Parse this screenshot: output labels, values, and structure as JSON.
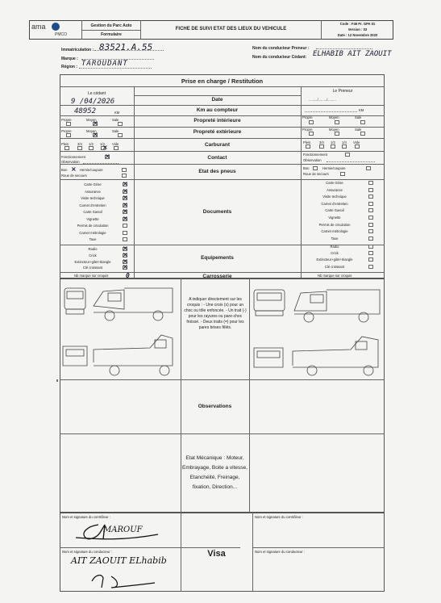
{
  "header": {
    "company_line1": "Gestion du Parc Auto",
    "company_line2": "Formulaire",
    "title": "FICHE DE SUIVI ETAT DES LIEUX DU VEHICULE",
    "code": "Code : F49 Pr. GPA 01",
    "version": "Version : 03",
    "date": "Date : 12 Novembre 2020",
    "logo_top": "ama",
    "logo_bottom": "PMCO"
  },
  "fields": {
    "immat_label": "Immatriculation :",
    "immat_value": "83521.A.55",
    "marque_label": "Marque :",
    "region_label": "Région :",
    "region_value": "TAROUDANT",
    "preneur_label": "Nom du conducteur Preneur :",
    "cedant_label": "Nom du conducteur Cédant:",
    "cedant_value": "ELHABIB AIT ZAOUIT"
  },
  "section_title": "Prise en charge / Restitution",
  "left_head": "Le cédant",
  "right_head": "Le Preneur",
  "rows": {
    "date": "Date",
    "km": "Km au compteur",
    "prop_int": "Propreté intérieure",
    "prop_ext": "Propreté extérieure",
    "carb": "Carburant",
    "contact": "Contact",
    "pneus": "Etat des pneus",
    "docs": "Documents",
    "equip": "Equipements",
    "carrosserie": "Carrosserie"
  },
  "left_vals": {
    "date": "9 /04/2026",
    "km": "48952",
    "km_unit": "KM"
  },
  "right_vals": {
    "date": "........./........./.........",
    "km_unit": "KM"
  },
  "qual": {
    "propre": "Propre",
    "moyen": "Moyen",
    "sale": "Sale"
  },
  "fuel": {
    "plein": "Plein",
    "q34": "3/4",
    "q12": "1/2",
    "q14": "1/4",
    "vide": "Vide"
  },
  "contact_opts": {
    "fonct": "Fonctionnement",
    "obs": "Observation"
  },
  "pneu_opts": {
    "bon": "Bon",
    "hernie": "Hernie/coupure",
    "roue": "Roue de secours"
  },
  "docs_list": [
    "Carte Grise",
    "Assurance",
    "Visite technique",
    "Carnet d'entretien",
    "Carte Gasoil",
    "Vignette",
    "Permis de circulation",
    "Carnet métrologie",
    "Taxe"
  ],
  "equip_list": [
    "Radio",
    "Crick",
    "Extincteur+gilet+triangle",
    "Clé croissant"
  ],
  "nb_croquis": "Nb marque sur croquis",
  "nb_val": "0",
  "croquis_note": "A indiquer directement sur les croquis : - Une croix (x) pour un choc ou tôle enfoncée. - Un trait (-) pour les rayures ou pare-choc froissé. - Deux traits (=) pour les pares brises fêlés.",
  "observations": "Observations",
  "etat_meca": "Etat Mécanique : Moteur, Embrayage, Boite a vitesse, Etanchéité, Freinage, fixation, Direction...",
  "sig": {
    "ctrl": "Nom et signature du contrôleur :",
    "cond": "Nom et signature du conducteur :",
    "visa": "Visa",
    "ctrl_name": "MAROUF",
    "cond_name": "AIT ZAOUIT ELhabib"
  }
}
